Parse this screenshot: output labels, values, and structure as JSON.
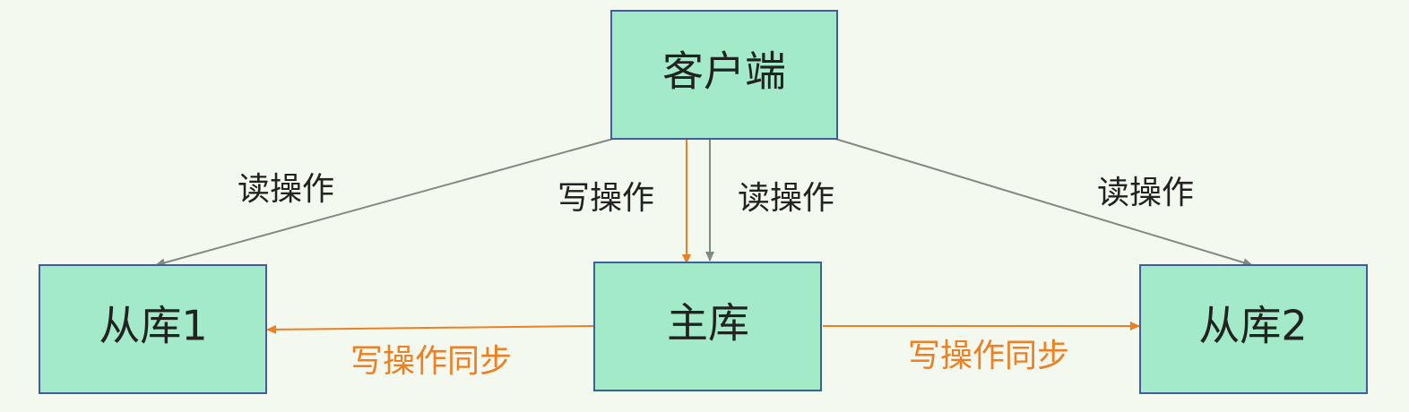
{
  "colors": {
    "background": "#f4f9ef",
    "node_fill": "#a3eac8",
    "node_border": "#3e5f9f",
    "read_arrow": "#7f8a82",
    "write_arrow": "#ee7f22",
    "text_dark": "#222222",
    "text_orange": "#ee7f22"
  },
  "nodes": {
    "client": "客户端",
    "master": "主库",
    "slave1": "从库1",
    "slave2": "从库2"
  },
  "edges": {
    "read_left": "读操作",
    "write_master": "写操作",
    "read_master": "读操作",
    "read_right": "读操作",
    "sync_left": "写操作同步",
    "sync_right": "写操作同步"
  }
}
